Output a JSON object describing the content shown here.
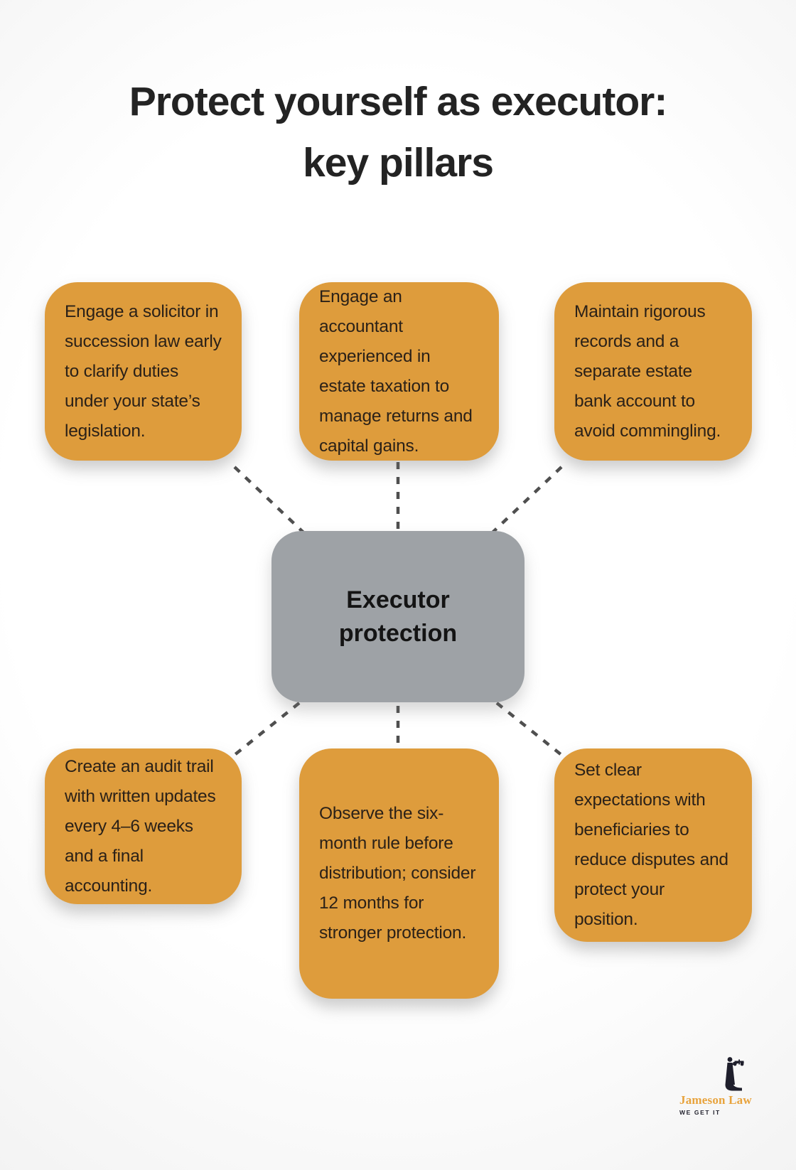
{
  "title": {
    "line1": "Protect yourself as executor:",
    "line2": "key pillars"
  },
  "center": {
    "label": "Executor protection"
  },
  "pillars": [
    {
      "text": "Engage a solicitor in succession law early to clarify duties under your state’s legislation."
    },
    {
      "text": "Engage an accountant experienced in estate taxation to manage returns and capital gains."
    },
    {
      "text": "Maintain rigorous records and a separate estate bank account to avoid commingling."
    },
    {
      "text": "Create an audit trail with written updates every 4–6 weeks and a final accounting."
    },
    {
      "text": "Observe the six-month rule before distribution; consider 12 months for stronger protection."
    },
    {
      "text": "Set clear expectations with beneficiaries to reduce disputes and protect your position."
    }
  ],
  "logo": {
    "name": "Jameson Law",
    "tagline": "WE GET IT"
  },
  "colors": {
    "pillar": "#DE9C3C",
    "center": "#9EA2A6",
    "connector": "#4F4F4F",
    "title": "#232323",
    "body_text": "#2B2118",
    "logo_orange": "#E8A33C",
    "logo_dark": "#23232F"
  }
}
